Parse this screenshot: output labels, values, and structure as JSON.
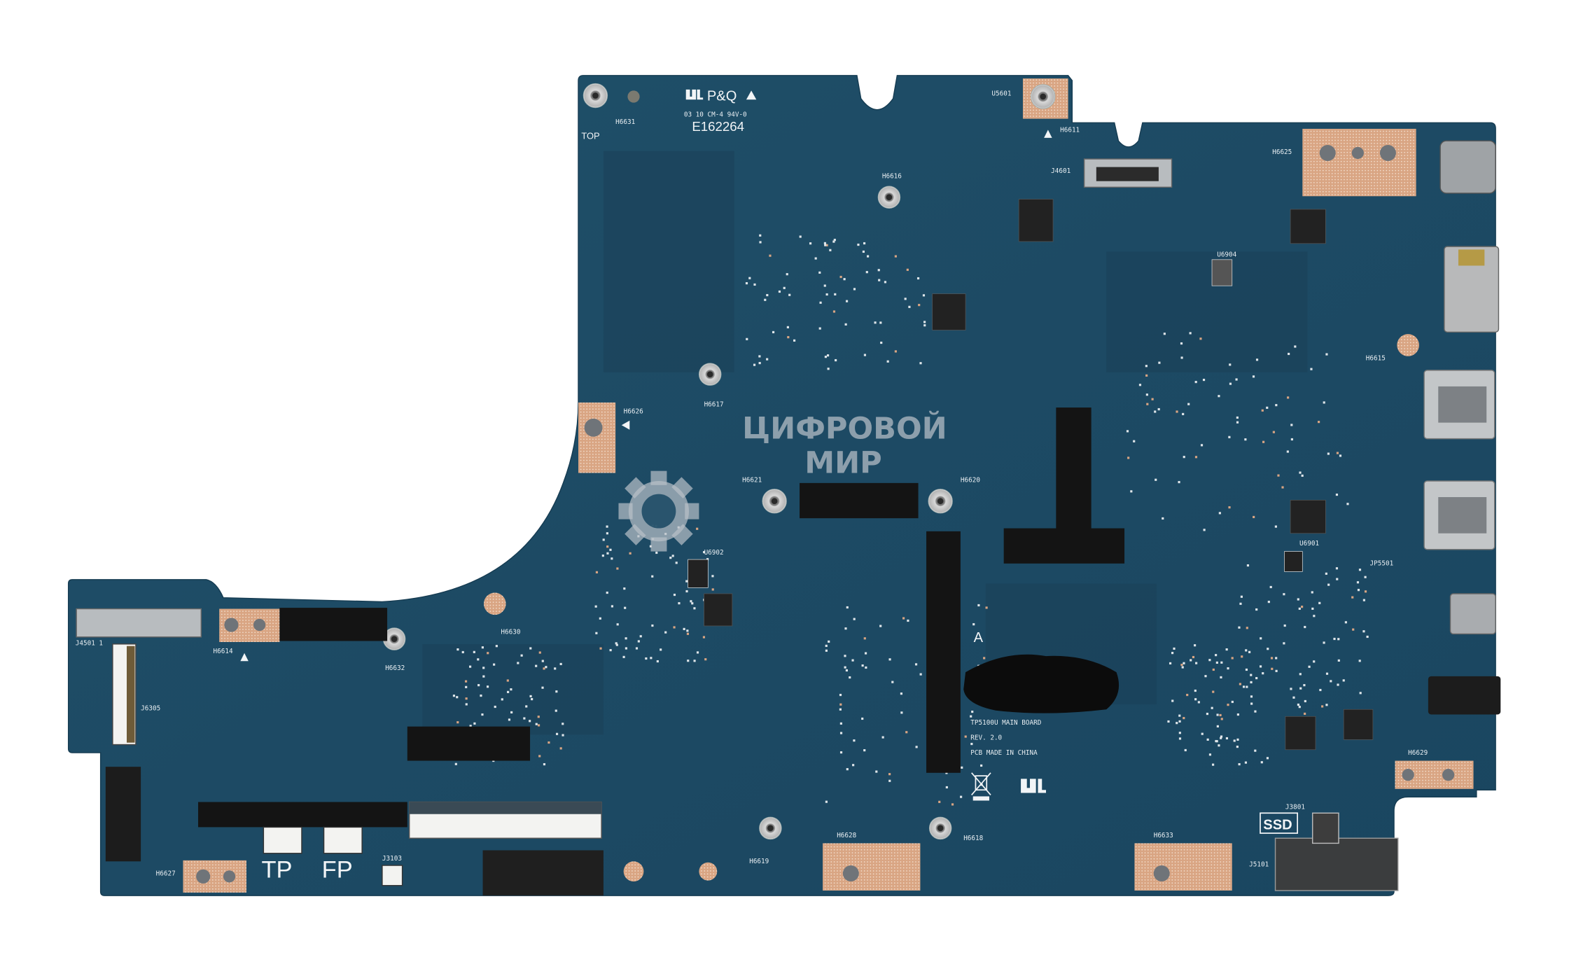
{
  "board": {
    "pcb_color": "#1e4c66",
    "copper_color": "#d9a583",
    "tape_color": "#141414",
    "marking": {
      "brand_line": "P&Q",
      "date_line": "03 10 CM-4 94V-0",
      "ul_file": "E162264",
      "top": "TOP",
      "model": "TP5100U MAIN BOARD",
      "revision": "REV. 2.0",
      "origin": "PCB MADE IN CHINA",
      "side_mark": "A",
      "tp": "TP",
      "fp": "FP",
      "ssd": "SSD"
    },
    "refdes": {
      "h6631": "H6631",
      "u5601": "U5601",
      "h6611": "H6611",
      "j4601": "J4601",
      "h6616": "H6616",
      "h6625": "H6625",
      "u6904": "U6904",
      "h6615": "H6615",
      "h6617": "H6617",
      "h6626": "H6626",
      "h6621": "H6621",
      "h6620": "H6620",
      "u6902": "U6902",
      "u6901": "U6901",
      "jp5501": "JP5501",
      "h6629": "H6629",
      "j3801": "J3801",
      "j5101": "J5101",
      "h6633": "H6633",
      "h6618": "H6618",
      "h6628": "H6628",
      "h6619": "H6619",
      "j3103": "J3103",
      "h6627": "H6627",
      "j6305": "J6305",
      "j4501": "J4501 1",
      "h6614": "H6614",
      "h6632": "H6632",
      "h6630": "H6630"
    }
  },
  "watermark": {
    "line1": "ЦИФРОВОЙ",
    "line2": "МИР",
    "icon": "gear-icon"
  }
}
